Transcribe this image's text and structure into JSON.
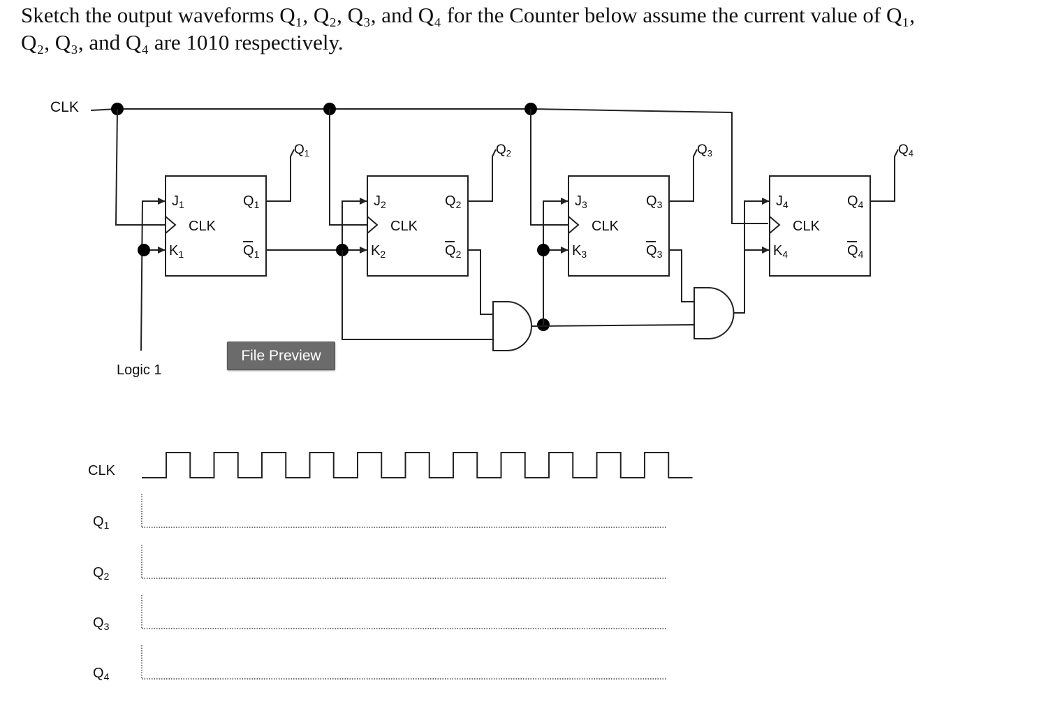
{
  "question": {
    "line1": "Sketch the output waveforms Q₁, Q₂, Q₃, and Q₄ for the Counter below assume the current value of Q₁,",
    "line2": "Q₂, Q₃, and Q₄ are 1010 respectively."
  },
  "circuit": {
    "clk_label": "CLK",
    "logic_label": "Logic 1",
    "flipflops": [
      {
        "j": "J",
        "k": "K",
        "sub": "1",
        "clk": "CLK",
        "q": "Q",
        "out_label": "Q"
      },
      {
        "j": "J",
        "k": "K",
        "sub": "2",
        "clk": "CLK",
        "q": "Q",
        "out_label": "Q"
      },
      {
        "j": "J",
        "k": "K",
        "sub": "3",
        "clk": "CLK",
        "q": "Q",
        "out_label": "Q"
      },
      {
        "j": "J",
        "k": "K",
        "sub": "4",
        "clk": "CLK",
        "q": "Q",
        "out_label": "Q"
      }
    ]
  },
  "preview_button": "File Preview",
  "timing": {
    "rows": [
      {
        "label": "CLK",
        "sub": ""
      },
      {
        "label": "Q",
        "sub": "1"
      },
      {
        "label": "Q",
        "sub": "2"
      },
      {
        "label": "Q",
        "sub": "3"
      },
      {
        "label": "Q",
        "sub": "4"
      }
    ],
    "clock_pulses": 11
  }
}
